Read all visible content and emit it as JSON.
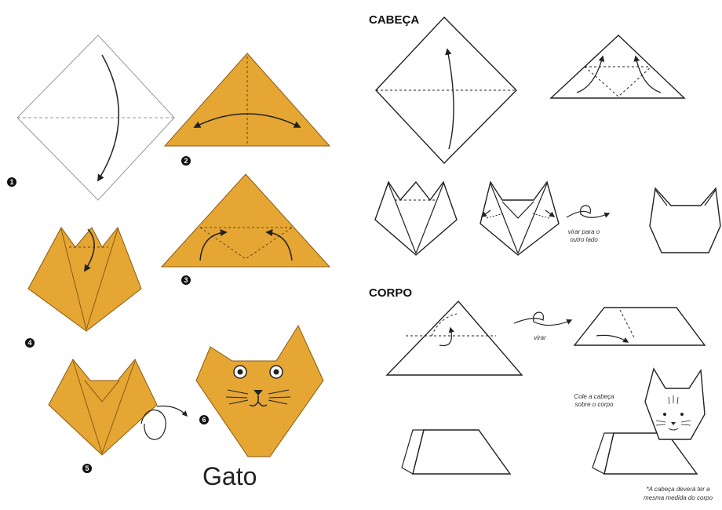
{
  "title": "Gato",
  "colors": {
    "paper": "#E5A633",
    "paper_edge": "#8a5a10",
    "line": "#222222"
  },
  "left_steps": {
    "s1": "1",
    "s2": "2",
    "s3": "3",
    "s4": "4",
    "s5": "5",
    "s6": "6"
  },
  "sections": {
    "head": {
      "header": "CABEÇA",
      "note_turn": [
        "virar para o",
        "outro lado"
      ]
    },
    "body": {
      "header": "CORPO",
      "note_turn": "virar",
      "note_glue": [
        "Cole a cabeça",
        "sobre o corpo"
      ],
      "footnote": [
        "*A cabeça deverá ter a",
        "mesma medida do corpo"
      ]
    }
  }
}
